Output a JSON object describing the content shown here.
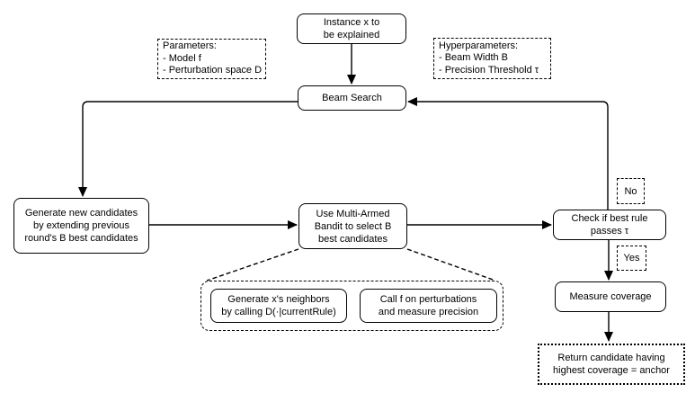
{
  "colors": {
    "stroke": "#000000",
    "node_fill": "#ffffff",
    "text": "#000000"
  },
  "nodes": {
    "instance": {
      "lines": [
        "Instance x to",
        "be explained"
      ]
    },
    "parameters": {
      "lines": [
        "Parameters:",
        "- Model f",
        "- Perturbation space D"
      ]
    },
    "hyperparameters": {
      "lines": [
        "Hyperparameters:",
        "- Beam Width B",
        "- Precision Threshold τ"
      ]
    },
    "beam_search": {
      "label": "Beam Search"
    },
    "generate_candidates": {
      "lines": [
        "Generate new candidates",
        "by extending previous",
        "round's B best candidates"
      ]
    },
    "multi_armed_bandit": {
      "lines": [
        "Use Multi-Armed",
        "Bandit to select B",
        "best candidates"
      ]
    },
    "check_rule": {
      "lines": [
        "Check if best rule",
        "passes τ"
      ]
    },
    "edge_no": {
      "label": "No"
    },
    "edge_yes": {
      "label": "Yes"
    },
    "measure_coverage": {
      "label": "Measure coverage"
    },
    "return_anchor": {
      "lines": [
        "Return candidate having",
        "highest coverage = anchor"
      ]
    },
    "generate_neighbors": {
      "lines": [
        "Generate x's neighbors",
        "by calling D(·|currentRule)"
      ]
    },
    "call_f": {
      "lines": [
        "Call f on perturbations",
        "and measure precision"
      ]
    }
  }
}
